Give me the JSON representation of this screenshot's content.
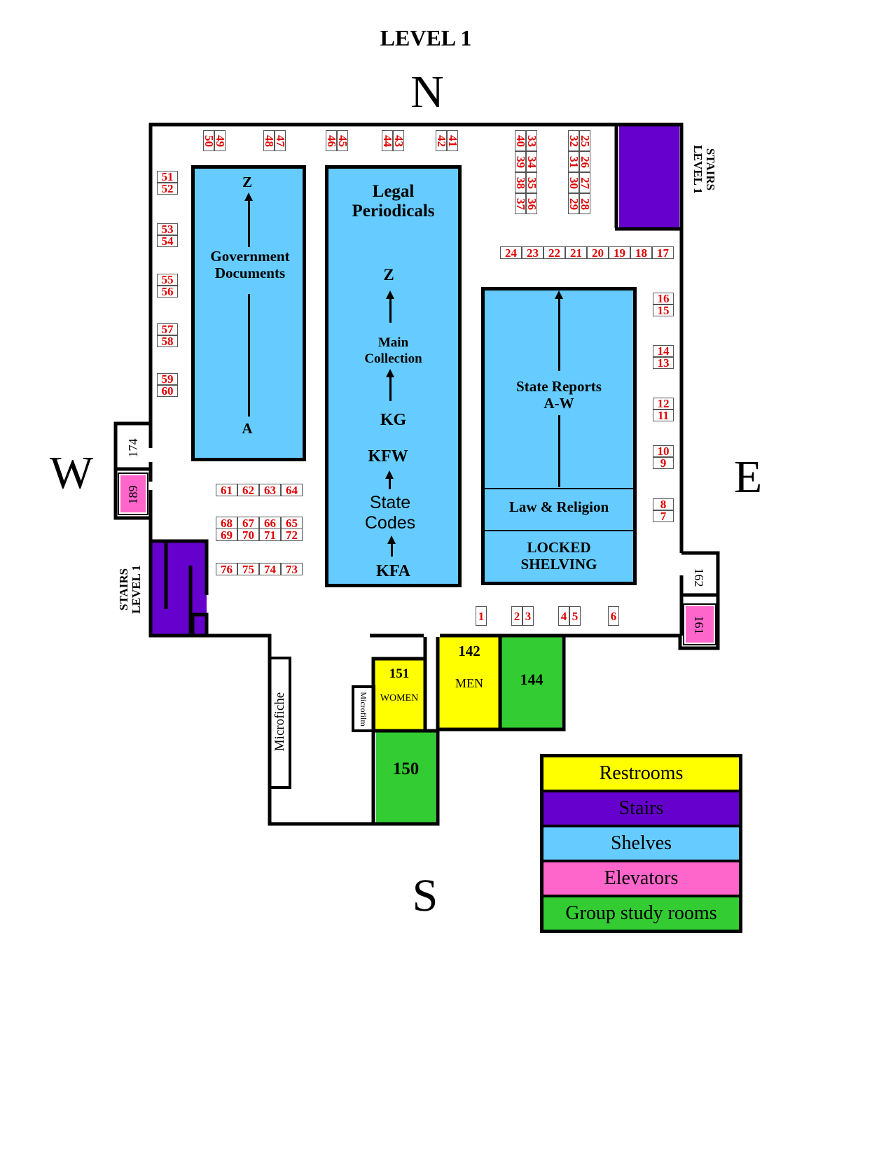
{
  "title": "LEVEL 1",
  "compass": {
    "north": "N",
    "south": "S",
    "east": "E",
    "west": "W"
  },
  "shelves": {
    "gov_docs": {
      "name_line1": "Government",
      "name_line2": "Documents",
      "start": "A",
      "end": "Z"
    },
    "legal_periodicals": {
      "line1": "Legal",
      "line2": "Periodicals"
    },
    "main_collection": {
      "end": "Z",
      "line1": "Main",
      "line2": "Collection",
      "start": "KG"
    },
    "state_codes": {
      "end": "KFW",
      "line1": "State",
      "line2": "Codes",
      "start": "KFA"
    },
    "state_reports": {
      "line1": "State Reports",
      "line2": "A-W"
    },
    "law_religion": "Law & Religion",
    "locked": {
      "line1": "LOCKED",
      "line2": "SHELVING"
    }
  },
  "stairs": {
    "east": {
      "line1": "STAIRS",
      "line2": "LEVEL 1"
    },
    "west": {
      "line1": "STAIRS",
      "line2": "LEVEL 1"
    }
  },
  "rooms": {
    "r174": "174",
    "r189": "189",
    "r162": "162",
    "r161": "161",
    "r151": "151",
    "r151_label": "WOMEN",
    "r142": "142",
    "r142_label": "MEN",
    "r144": "144",
    "r150": "150",
    "microfiche": "Microfiche",
    "microfilm": "Microfilm"
  },
  "seats": [
    "1",
    "2",
    "3",
    "4",
    "5",
    "6",
    "7",
    "8",
    "9",
    "10",
    "11",
    "12",
    "13",
    "14",
    "15",
    "16",
    "17",
    "18",
    "19",
    "20",
    "21",
    "22",
    "23",
    "24",
    "25",
    "26",
    "27",
    "28",
    "29",
    "30",
    "31",
    "32",
    "33",
    "34",
    "35",
    "36",
    "37",
    "38",
    "39",
    "40",
    "41",
    "42",
    "43",
    "44",
    "45",
    "46",
    "47",
    "48",
    "49",
    "50",
    "51",
    "52",
    "53",
    "54",
    "55",
    "56",
    "57",
    "58",
    "59",
    "60",
    "61",
    "62",
    "63",
    "64",
    "65",
    "66",
    "67",
    "68",
    "69",
    "70",
    "71",
    "72",
    "73",
    "74",
    "75",
    "76"
  ],
  "legend": [
    {
      "label": "Restrooms",
      "color": "#ffff00"
    },
    {
      "label": "Stairs",
      "color": "#6600cc"
    },
    {
      "label": "Shelves",
      "color": "#66ccff"
    },
    {
      "label": "Elevators",
      "color": "#ff66cc"
    },
    {
      "label": "Group study rooms",
      "color": "#33cc33"
    }
  ]
}
